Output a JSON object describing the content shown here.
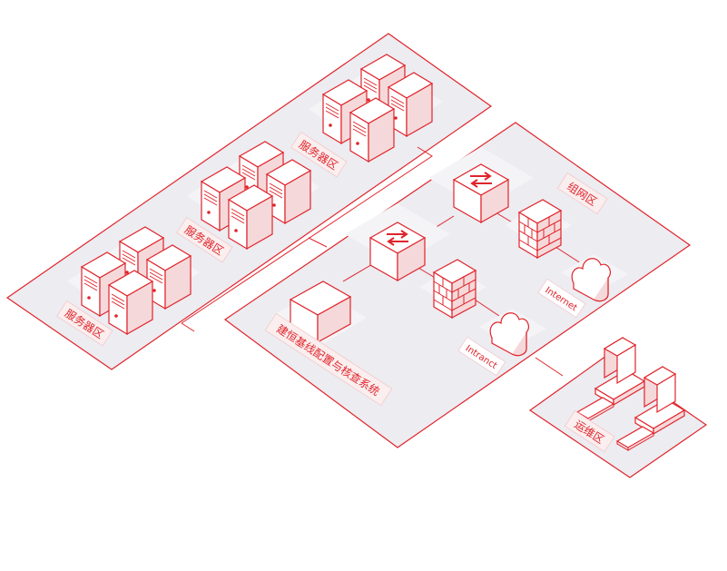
{
  "colors": {
    "accent": "#e0242b",
    "zone_fill": "#ececf1",
    "label_fill": "#fbeeee",
    "device_fill": "#ffffff",
    "device_side": "#f5d9da"
  },
  "zones": {
    "server_zone_1": "服务器区",
    "server_zone_2": "服务器区",
    "server_zone_3": "服务器区",
    "network_zone": "组网区",
    "ops_zone": "运维区"
  },
  "labels": {
    "system": "建恒基线配置与核查系统",
    "intranet": "Intranct",
    "internet": "Internet"
  },
  "icons": {
    "server": "server-icon",
    "switch": "switch-icon",
    "firewall": "firewall-icon",
    "cloud": "cloud-icon",
    "appliance": "appliance-icon",
    "workstation": "workstation-icon"
  }
}
